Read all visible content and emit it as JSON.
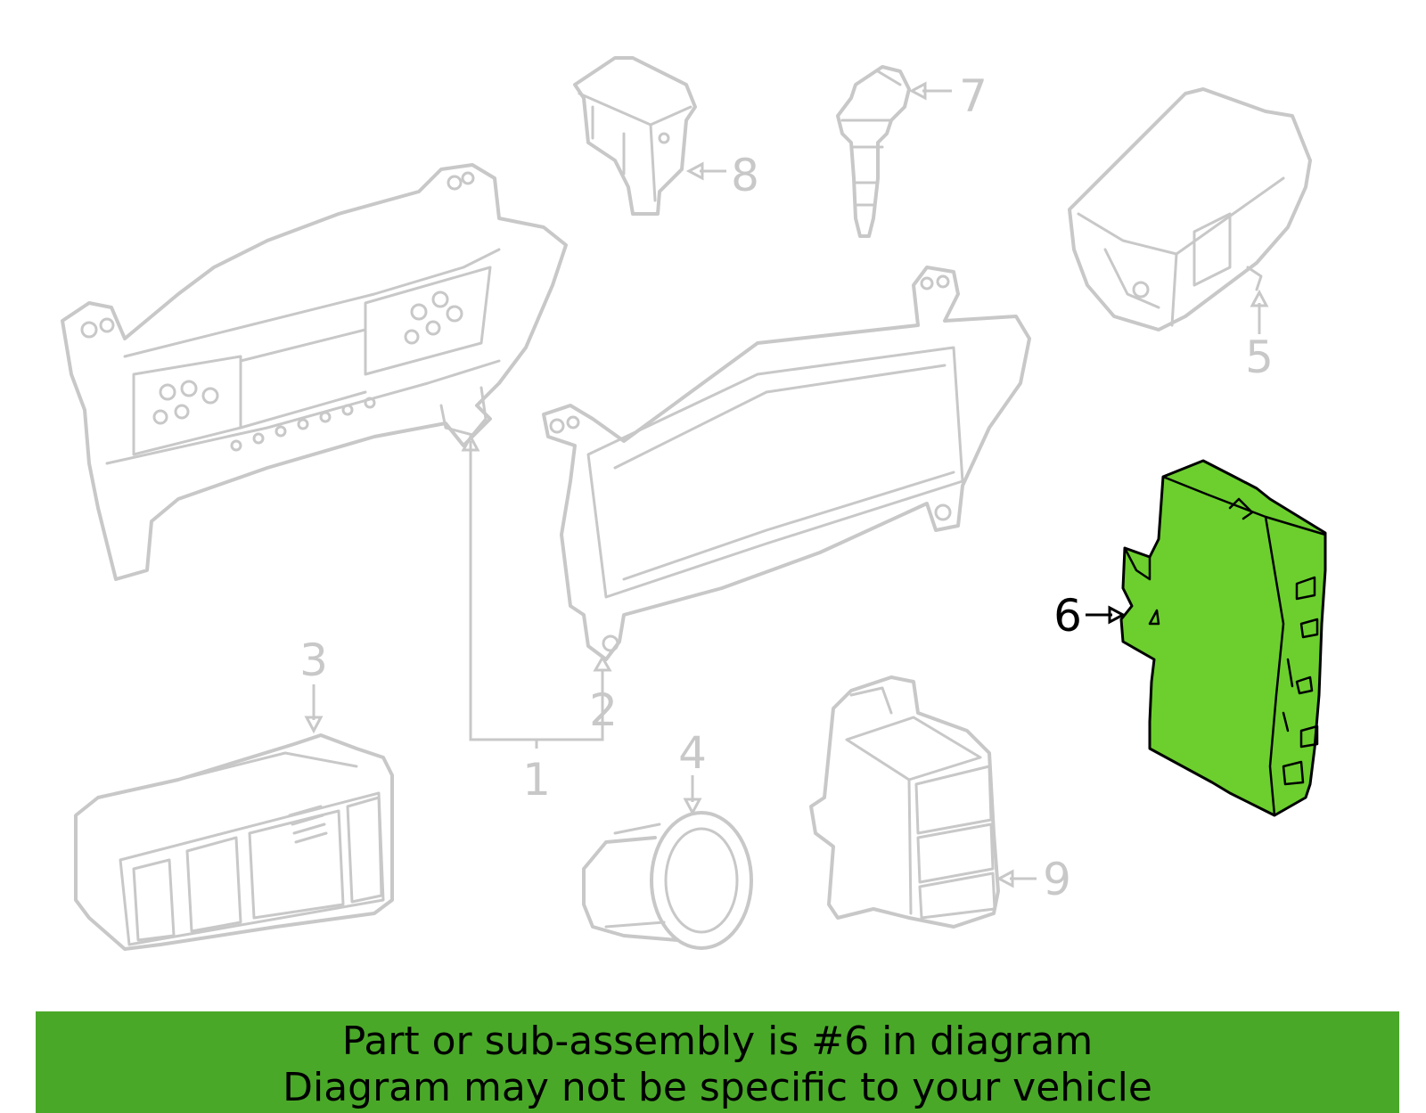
{
  "callouts": {
    "c1": "1",
    "c2": "2",
    "c3": "3",
    "c4": "4",
    "c5": "5",
    "c6": "6",
    "c7": "7",
    "c8": "8",
    "c9": "9"
  },
  "highlighted_part": "6",
  "colors": {
    "highlight_fill": "#6ccf2e",
    "banner": "#4aa829",
    "line_art": "#c8c8c8"
  },
  "banner": {
    "line1": "Part or sub-assembly is #6 in diagram",
    "line2": "Diagram may not be specific to your vehicle"
  }
}
